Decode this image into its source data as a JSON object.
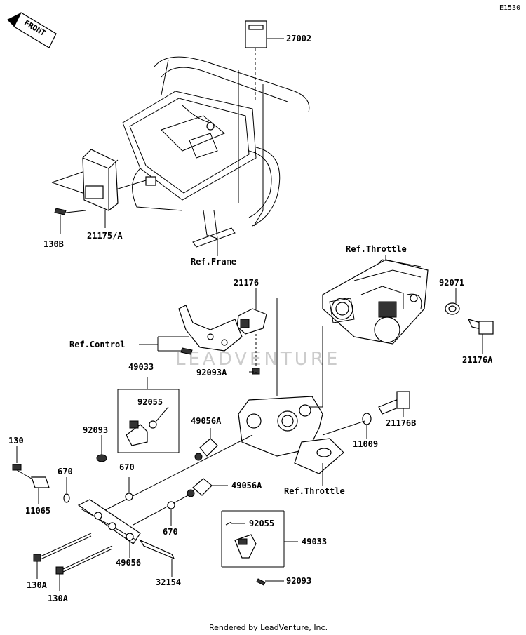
{
  "diagram_code": "E1530",
  "front_label": "FRONT",
  "watermark": "LEADVENTURE",
  "footer": "Rendered by LeadVenture, Inc.",
  "labels": {
    "p27002": "27002",
    "p130B": "130B",
    "p21175A": "21175/A",
    "refFrame": "Ref.Frame",
    "refThrottleTop": "Ref.Throttle",
    "p92071": "92071",
    "p21176": "21176",
    "p21176A": "21176A",
    "refControl": "Ref.Control",
    "p92093A": "92093A",
    "p49033top": "49033",
    "p92055top": "92055",
    "p92093top": "92093",
    "p49056A_top": "49056A",
    "p21176B": "21176B",
    "p11009": "11009",
    "p130": "130",
    "p670a": "670",
    "p670b": "670",
    "p11065": "11065",
    "p49056A_bot": "49056A",
    "refThrottleBot": "Ref.Throttle",
    "p670c": "670",
    "p92055bot": "92055",
    "p49033bot": "49033",
    "p49056": "49056",
    "p130A_1": "130A",
    "p130A_2": "130A",
    "p32154": "32154",
    "p92093bot": "92093"
  }
}
